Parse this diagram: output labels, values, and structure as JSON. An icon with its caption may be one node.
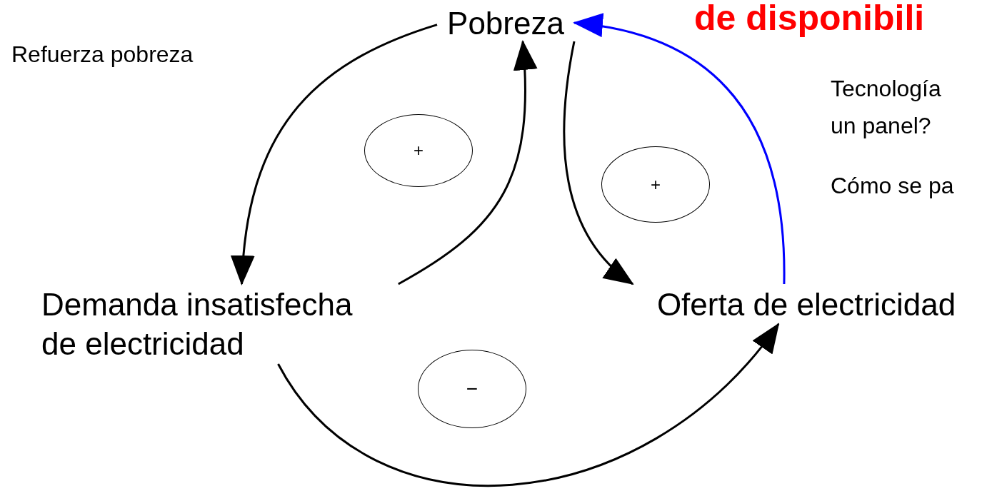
{
  "diagram": {
    "title": "de disponibili",
    "nodes": [
      {
        "text": [
          "Pobreza"
        ]
      },
      {
        "text": [
          "Demanda insatisfecha de electricidad"
        ]
      },
      {
        "text": [
          "Oferta de electricidad"
        ]
      },
      {
        "text": [
          "+"
        ]
      },
      {
        "text": [
          "+"
        ]
      },
      {
        "text": [
          "−"
        ]
      }
    ],
    "edges": [
      {
        "from": 0,
        "to": 1,
        "arrow": "to"
      },
      {
        "from": 1,
        "to": 0,
        "arrow": "to"
      },
      {
        "from": 0,
        "to": 2,
        "arrow": "to"
      },
      {
        "from": 2,
        "to": 0,
        "arrow": "to",
        "color": "#0000ff"
      },
      {
        "from": 1,
        "to": 2,
        "arrow": "to"
      }
    ],
    "labels": [
      "Refuerza pobreza",
      "Tecnología",
      "un panel?",
      "Cómo se pa"
    ]
  }
}
